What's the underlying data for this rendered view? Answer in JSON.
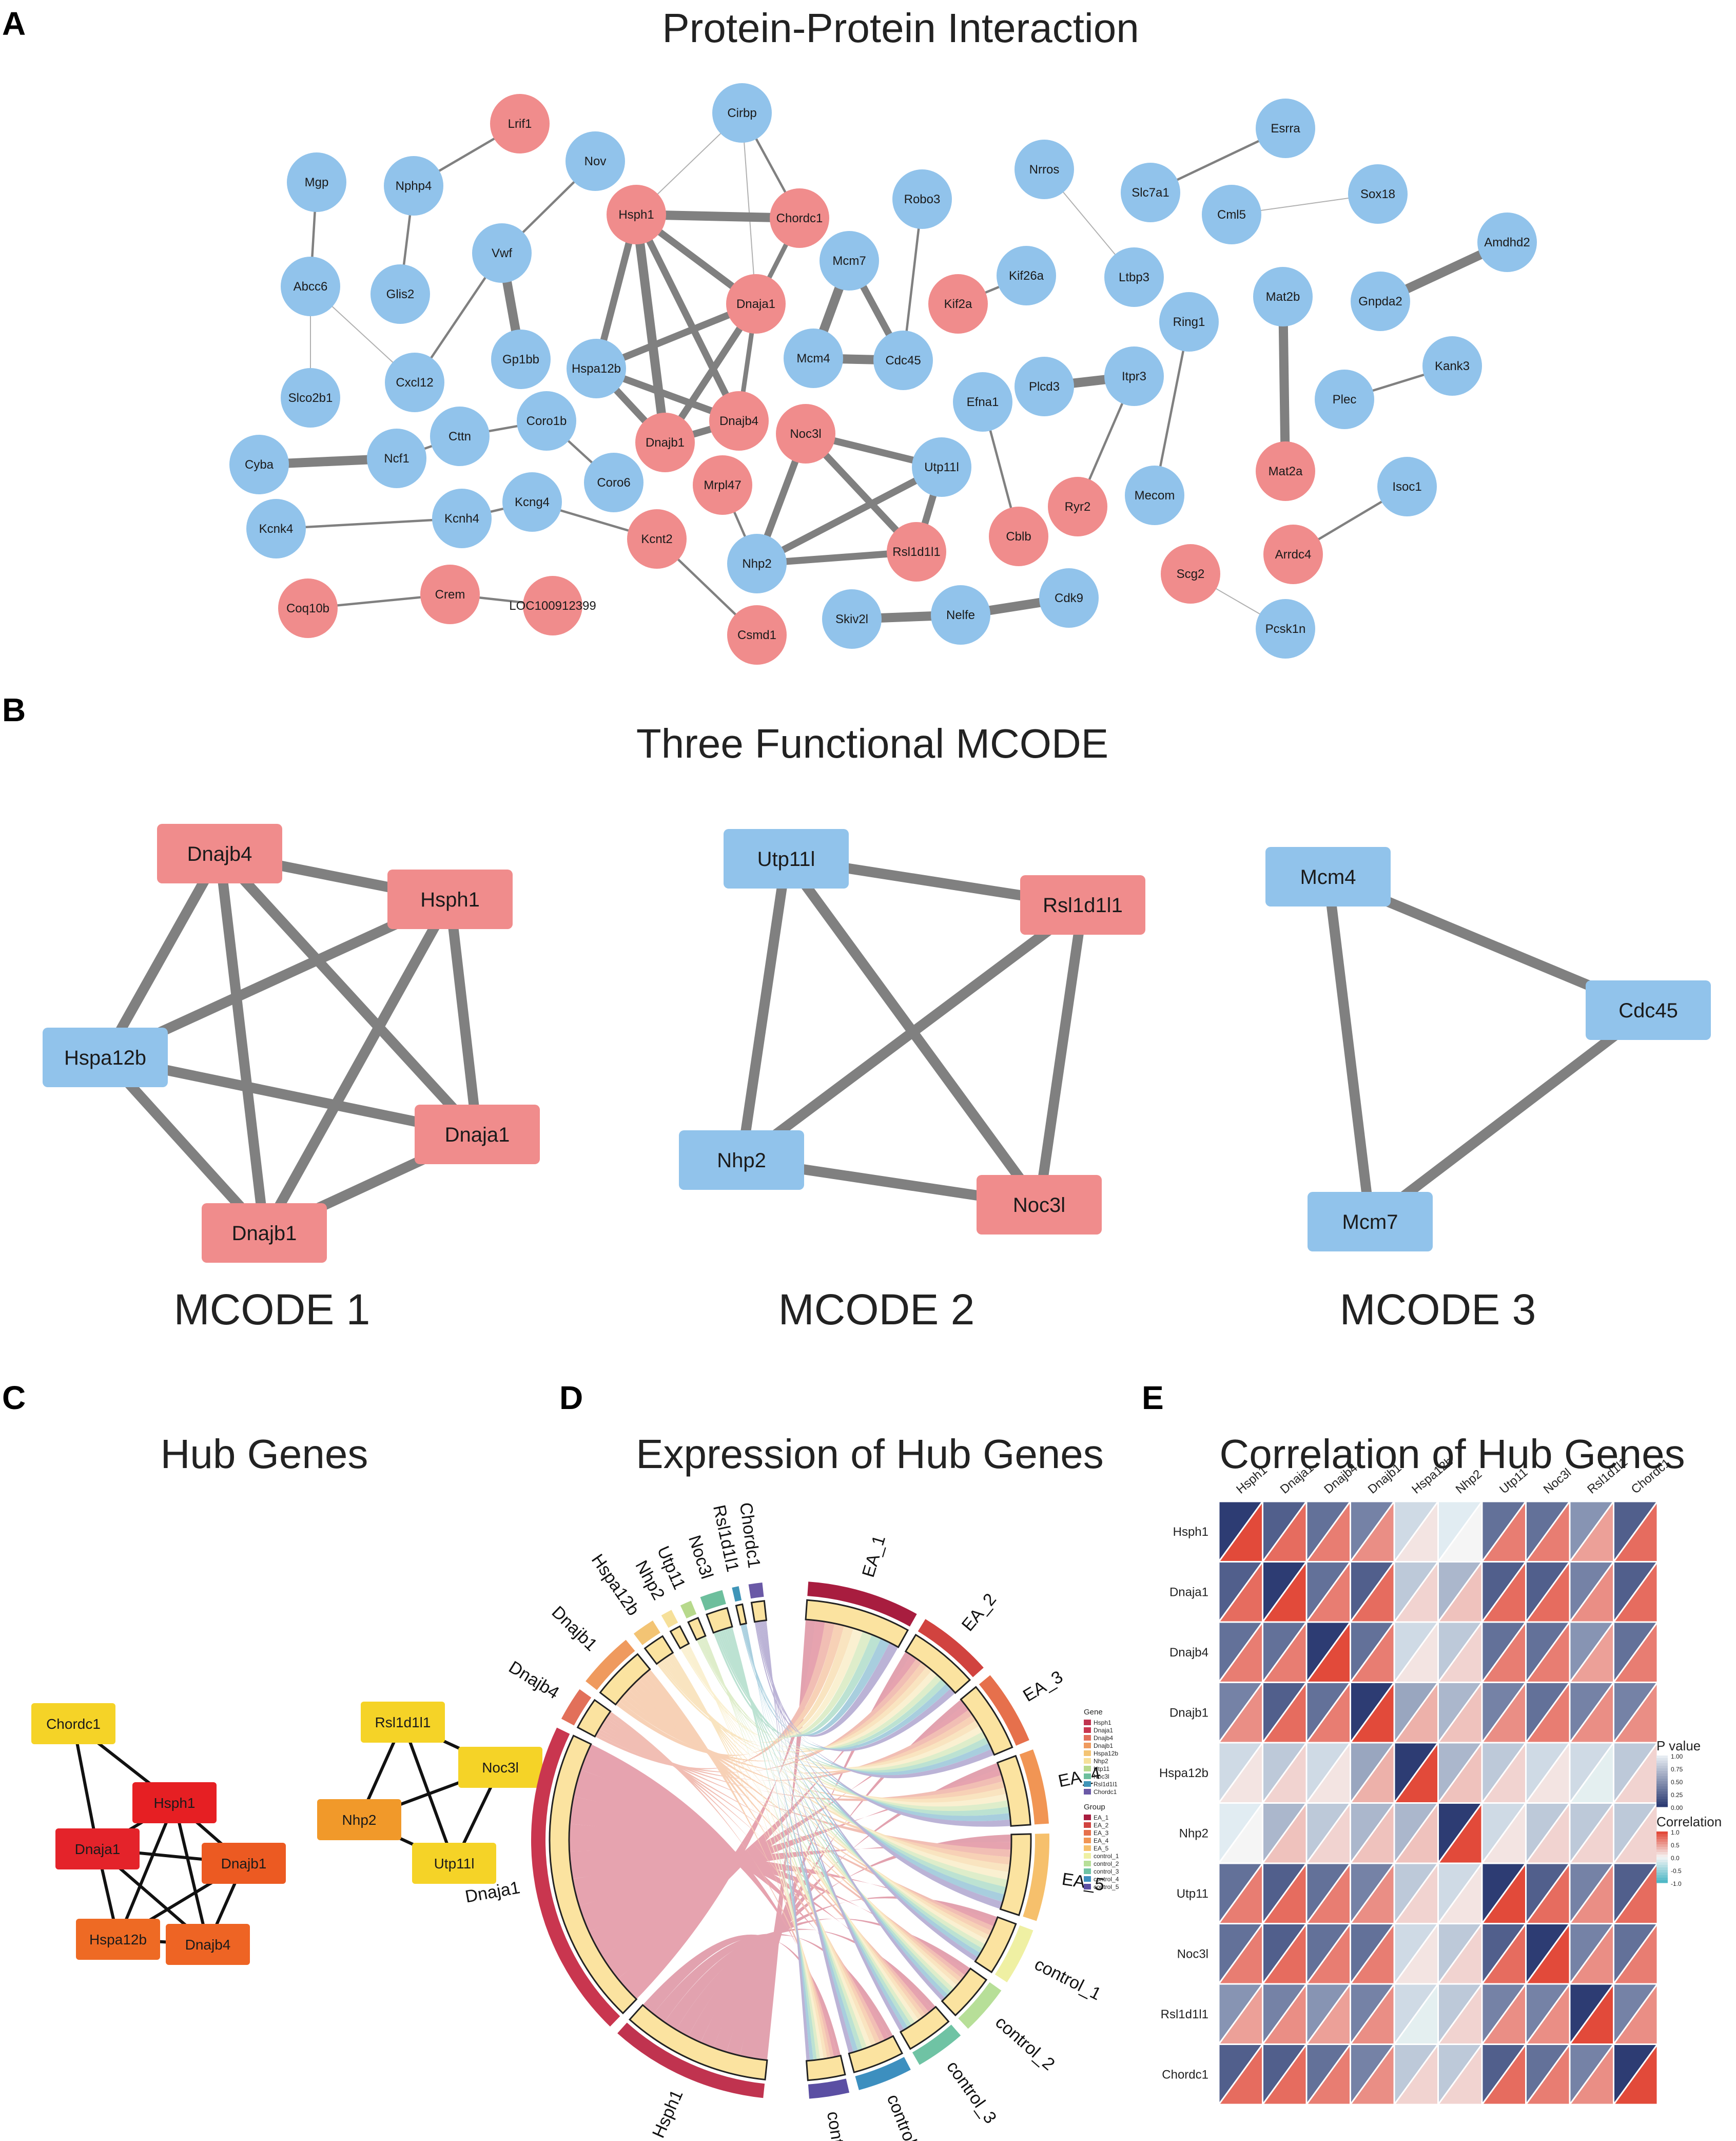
{
  "panels": {
    "a": {
      "label": "A",
      "title": "Protein-Protein Interaction"
    },
    "b": {
      "label": "B",
      "title": "Three Functional MCODE"
    },
    "c": {
      "label": "C",
      "title": "Hub Genes"
    },
    "d": {
      "label": "D",
      "title": "Expression of Hub Genes"
    },
    "e": {
      "label": "E",
      "title": "Correlation of Hub Genes"
    }
  },
  "colors": {
    "pink": "#f08c8c",
    "blue": "#91c3eb",
    "blue_dark": "#7cc4ea",
    "edge": "#808080"
  },
  "ppi": {
    "nodes": [
      {
        "id": "Lrif1",
        "c": "p"
      },
      {
        "id": "Nov",
        "c": "b"
      },
      {
        "id": "Cirbp",
        "c": "b"
      },
      {
        "id": "Mgp",
        "c": "b"
      },
      {
        "id": "Nphp4",
        "c": "b"
      },
      {
        "id": "Hsph1",
        "c": "p"
      },
      {
        "id": "Chordc1",
        "c": "p"
      },
      {
        "id": "Robo3",
        "c": "b"
      },
      {
        "id": "Nrros",
        "c": "b"
      },
      {
        "id": "Esrra",
        "c": "b"
      },
      {
        "id": "Slc7a1",
        "c": "b"
      },
      {
        "id": "Cml5",
        "c": "b"
      },
      {
        "id": "Sox18",
        "c": "b"
      },
      {
        "id": "Amdhd2",
        "c": "b"
      },
      {
        "id": "Vwf",
        "c": "b"
      },
      {
        "id": "Mcm7",
        "c": "b"
      },
      {
        "id": "Abcc6",
        "c": "b"
      },
      {
        "id": "Glis2",
        "c": "b"
      },
      {
        "id": "Dnaja1",
        "c": "p"
      },
      {
        "id": "Kif26a",
        "c": "b"
      },
      {
        "id": "Kif2a",
        "c": "p"
      },
      {
        "id": "Ltbp3",
        "c": "b"
      },
      {
        "id": "Mat2b",
        "c": "b"
      },
      {
        "id": "Gnpda2",
        "c": "b"
      },
      {
        "id": "Ring1",
        "c": "b"
      },
      {
        "id": "Gp1bb",
        "c": "b"
      },
      {
        "id": "Hspa12b",
        "c": "b"
      },
      {
        "id": "Mcm4",
        "c": "b"
      },
      {
        "id": "Cdc45",
        "c": "b"
      },
      {
        "id": "Cxcl12",
        "c": "b"
      },
      {
        "id": "Slco2b1",
        "c": "b"
      },
      {
        "id": "Efna1",
        "c": "b"
      },
      {
        "id": "Plcd3",
        "c": "b"
      },
      {
        "id": "Itpr3",
        "c": "b"
      },
      {
        "id": "Kank3",
        "c": "b"
      },
      {
        "id": "Plec",
        "c": "b"
      },
      {
        "id": "Coro1b",
        "c": "b"
      },
      {
        "id": "Dnajb4",
        "c": "p"
      },
      {
        "id": "Cttn",
        "c": "b"
      },
      {
        "id": "Noc3l",
        "c": "p"
      },
      {
        "id": "Dnajb1",
        "c": "p"
      },
      {
        "id": "Cyba",
        "c": "b"
      },
      {
        "id": "Ncf1",
        "c": "b"
      },
      {
        "id": "Utp11l",
        "c": "b"
      },
      {
        "id": "Coro6",
        "c": "b"
      },
      {
        "id": "Mrpl47",
        "c": "p"
      },
      {
        "id": "Mat2a",
        "c": "p"
      },
      {
        "id": "Isoc1",
        "c": "b"
      },
      {
        "id": "Kcnk4",
        "c": "b"
      },
      {
        "id": "Kcnh4",
        "c": "b"
      },
      {
        "id": "Kcng4",
        "c": "b"
      },
      {
        "id": "Mecom",
        "c": "b"
      },
      {
        "id": "Ryr2",
        "c": "p"
      },
      {
        "id": "Kcnt2",
        "c": "p"
      },
      {
        "id": "Cblb",
        "c": "p"
      },
      {
        "id": "Rsl1d1l1",
        "c": "p"
      },
      {
        "id": "Arrdc4",
        "c": "p"
      },
      {
        "id": "Nhp2",
        "c": "b"
      },
      {
        "id": "Scg2",
        "c": "p"
      },
      {
        "id": "Coq10b",
        "c": "p"
      },
      {
        "id": "Crem",
        "c": "p"
      },
      {
        "id": "LOC100912399",
        "c": "p"
      },
      {
        "id": "Cdk9",
        "c": "b"
      },
      {
        "id": "Skiv2l",
        "c": "b"
      },
      {
        "id": "Nelfe",
        "c": "b"
      },
      {
        "id": "Pcsk1n",
        "c": "b"
      },
      {
        "id": "Csmd1",
        "c": "p"
      }
    ],
    "edges": [
      [
        "Lrif1",
        "Nphp4",
        1
      ],
      [
        "Nov",
        "Vwf",
        1
      ],
      [
        "Cirbp",
        "Hsph1",
        0.5
      ],
      [
        "Cirbp",
        "Chordc1",
        1
      ],
      [
        "Cirbp",
        "Dnaja1",
        0.5
      ],
      [
        "Hsph1",
        "Chordc1",
        4
      ],
      [
        "Hsph1",
        "Dnaja1",
        3
      ],
      [
        "Hsph1",
        "Hspa12b",
        3
      ],
      [
        "Hsph1",
        "Dnajb1",
        4
      ],
      [
        "Hsph1",
        "Dnajb4",
        3
      ],
      [
        "Chordc1",
        "Dnaja1",
        2
      ],
      [
        "Dnaja1",
        "Hspa12b",
        3
      ],
      [
        "Dnaja1",
        "Dnajb1",
        3
      ],
      [
        "Dnaja1",
        "Dnajb4",
        2
      ],
      [
        "Hspa12b",
        "Dnajb1",
        3
      ],
      [
        "Hspa12b",
        "Dnajb4",
        3
      ],
      [
        "Dnajb1",
        "Dnajb4",
        3
      ],
      [
        "Mcm7",
        "Mcm4",
        4
      ],
      [
        "Mcm7",
        "Cdc45",
        3
      ],
      [
        "Mcm4",
        "Cdc45",
        4
      ],
      [
        "Robo3",
        "Cdc45",
        1
      ],
      [
        "Kif26a",
        "Kif2a",
        1
      ],
      [
        "Nrros",
        "Ltbp3",
        0.5
      ],
      [
        "Esrra",
        "Slc7a1",
        1
      ],
      [
        "Cml5",
        "Sox18",
        0.5
      ],
      [
        "Amdhd2",
        "Gnpda2",
        4
      ],
      [
        "Mat2b",
        "Mat2a",
        4
      ],
      [
        "Kank3",
        "Plec",
        1
      ],
      [
        "Mgp",
        "Abcc6",
        1
      ],
      [
        "Nphp4",
        "Glis2",
        1
      ],
      [
        "Abcc6",
        "Slco2b1",
        0.5
      ],
      [
        "Abcc6",
        "Cxcl12",
        0.5
      ],
      [
        "Vwf",
        "Gp1bb",
        4
      ],
      [
        "Vwf",
        "Cxcl12",
        1
      ],
      [
        "Cyba",
        "Ncf1",
        4
      ],
      [
        "Ncf1",
        "Cttn",
        1
      ],
      [
        "Cttn",
        "Coro1b",
        1
      ],
      [
        "Coro1b",
        "Coro6",
        1
      ],
      [
        "Kcnk4",
        "Kcnh4",
        1
      ],
      [
        "Kcnh4",
        "Kcng4",
        1
      ],
      [
        "Kcng4",
        "Kcnt2",
        1
      ],
      [
        "Kcnt2",
        "Csmd1",
        1
      ],
      [
        "Noc3l",
        "Utp11l",
        3
      ],
      [
        "Noc3l",
        "Rsl1d1l1",
        3
      ],
      [
        "Noc3l",
        "Nhp2",
        3
      ],
      [
        "Utp11l",
        "Rsl1d1l1",
        3
      ],
      [
        "Utp11l",
        "Nhp2",
        3
      ],
      [
        "Nhp2",
        "Rsl1d1l1",
        3
      ],
      [
        "Mrpl47",
        "Nhp2",
        1
      ],
      [
        "Efna1",
        "Cblb",
        1
      ],
      [
        "Plcd3",
        "Itpr3",
        4
      ],
      [
        "Itpr3",
        "Ryr2",
        1
      ],
      [
        "Ring1",
        "Mecom",
        1
      ],
      [
        "Arrdc4",
        "Isoc1",
        1
      ],
      [
        "Scg2",
        "Pcsk1n",
        0.5
      ],
      [
        "Coq10b",
        "Crem",
        1
      ],
      [
        "Crem",
        "LOC100912399",
        1
      ],
      [
        "Skiv2l",
        "Nelfe",
        4
      ],
      [
        "Nelfe",
        "Cdk9",
        4
      ]
    ]
  },
  "mcode": [
    {
      "title": "MCODE 1",
      "nodes": [
        {
          "id": "Dnajb4",
          "c": "p"
        },
        {
          "id": "Hsph1",
          "c": "p"
        },
        {
          "id": "Hspa12b",
          "c": "b"
        },
        {
          "id": "Dnaja1",
          "c": "p"
        },
        {
          "id": "Dnajb1",
          "c": "p"
        }
      ],
      "edges": [
        [
          "Dnajb4",
          "Hsph1"
        ],
        [
          "Dnajb4",
          "Hspa12b"
        ],
        [
          "Dnajb4",
          "Dnaja1"
        ],
        [
          "Dnajb4",
          "Dnajb1"
        ],
        [
          "Hsph1",
          "Hspa12b"
        ],
        [
          "Hsph1",
          "Dnaja1"
        ],
        [
          "Hsph1",
          "Dnajb1"
        ],
        [
          "Hspa12b",
          "Dnaja1"
        ],
        [
          "Hspa12b",
          "Dnajb1"
        ],
        [
          "Dnaja1",
          "Dnajb1"
        ]
      ]
    },
    {
      "title": "MCODE 2",
      "nodes": [
        {
          "id": "Utp11l",
          "c": "b"
        },
        {
          "id": "Rsl1d1l1",
          "c": "p"
        },
        {
          "id": "Nhp2",
          "c": "b"
        },
        {
          "id": "Noc3l",
          "c": "p"
        }
      ],
      "edges": [
        [
          "Utp11l",
          "Rsl1d1l1"
        ],
        [
          "Utp11l",
          "Nhp2"
        ],
        [
          "Utp11l",
          "Noc3l"
        ],
        [
          "Rsl1d1l1",
          "Nhp2"
        ],
        [
          "Rsl1d1l1",
          "Noc3l"
        ],
        [
          "Nhp2",
          "Noc3l"
        ]
      ]
    },
    {
      "title": "MCODE 3",
      "nodes": [
        {
          "id": "Mcm4",
          "c": "b"
        },
        {
          "id": "Cdc45",
          "c": "b"
        },
        {
          "id": "Mcm7",
          "c": "b"
        }
      ],
      "edges": [
        [
          "Mcm4",
          "Cdc45"
        ],
        [
          "Mcm4",
          "Mcm7"
        ],
        [
          "Cdc45",
          "Mcm7"
        ]
      ]
    }
  ],
  "hub": {
    "nodes": [
      {
        "id": "Chordc1",
        "color": "#f5d327"
      },
      {
        "id": "Hsph1",
        "color": "#e61f23"
      },
      {
        "id": "Dnaja1",
        "color": "#e4232a"
      },
      {
        "id": "Dnajb1",
        "color": "#ec5a22"
      },
      {
        "id": "Hspa12b",
        "color": "#ee6a24"
      },
      {
        "id": "Dnajb4",
        "color": "#ee6424"
      },
      {
        "id": "Rsl1d1l1",
        "color": "#f5d327"
      },
      {
        "id": "Noc3l",
        "color": "#f5d327"
      },
      {
        "id": "Nhp2",
        "color": "#f1992a"
      },
      {
        "id": "Utp11l",
        "color": "#f5d327"
      }
    ],
    "edges": [
      [
        "Chordc1",
        "Hsph1"
      ],
      [
        "Chordc1",
        "Dnaja1"
      ],
      [
        "Hsph1",
        "Dnaja1"
      ],
      [
        "Hsph1",
        "Dnajb1"
      ],
      [
        "Hsph1",
        "Hspa12b"
      ],
      [
        "Hsph1",
        "Dnajb4"
      ],
      [
        "Dnaja1",
        "Dnajb1"
      ],
      [
        "Dnaja1",
        "Hspa12b"
      ],
      [
        "Dnaja1",
        "Dnajb4"
      ],
      [
        "Dnajb1",
        "Hspa12b"
      ],
      [
        "Dnajb1",
        "Dnajb4"
      ],
      [
        "Hspa12b",
        "Dnajb4"
      ],
      [
        "Rsl1d1l1",
        "Noc3l"
      ],
      [
        "Rsl1d1l1",
        "Nhp2"
      ],
      [
        "Rsl1d1l1",
        "Utp11l"
      ],
      [
        "Noc3l",
        "Nhp2"
      ],
      [
        "Noc3l",
        "Utp11l"
      ],
      [
        "Nhp2",
        "Utp11l"
      ]
    ]
  },
  "chord": {
    "genes": [
      {
        "name": "Hsph1",
        "color": "#c0334f",
        "size": 7
      },
      {
        "name": "Dnaja1",
        "color": "#c9364f",
        "size": 14
      },
      {
        "name": "Dnajb4",
        "color": "#e2705a",
        "size": 1.5
      },
      {
        "name": "Dnajb1",
        "color": "#ef9a5e",
        "size": 2.5
      },
      {
        "name": "Hspa12b",
        "color": "#f3c474",
        "size": 1
      },
      {
        "name": "Nhp2",
        "color": "#f6e09a",
        "size": 0.5
      },
      {
        "name": "Utp11",
        "color": "#b7d98c",
        "size": 0.5
      },
      {
        "name": "Noc3l",
        "color": "#6dbf9d",
        "size": 1
      },
      {
        "name": "Rsl1d1l1",
        "color": "#3f95b8",
        "size": 0.3
      },
      {
        "name": "Chordc1",
        "color": "#6a59a6",
        "size": 0.6
      }
    ],
    "groups": [
      {
        "name": "EA_1",
        "color": "#a81d3f",
        "size": 4.5
      },
      {
        "name": "EA_2",
        "color": "#d1433f",
        "size": 3
      },
      {
        "name": "EA_3",
        "color": "#e6704c",
        "size": 3
      },
      {
        "name": "EA_4",
        "color": "#f19554",
        "size": 3
      },
      {
        "name": "EA_5",
        "color": "#f6c06c",
        "size": 3.5
      },
      {
        "name": "control_1",
        "color": "#eff0a3",
        "size": 2.3
      },
      {
        "name": "control_2",
        "color": "#b7df98",
        "size": 2
      },
      {
        "name": "control_3",
        "color": "#6fc3a4",
        "size": 2
      },
      {
        "name": "control_4",
        "color": "#3d8fbf",
        "size": 2.2
      },
      {
        "name": "control_5",
        "color": "#5b4fa3",
        "size": 1.6
      }
    ],
    "legend_gene_title": "Gene",
    "legend_group_title": "Group"
  },
  "corr": {
    "genes": [
      "Hsph1",
      "Dnaja1",
      "Dnajb4",
      "Dnajb1",
      "Hspa12b",
      "Nhp2",
      "Utp11",
      "Noc3l",
      "Rsl1d1l1",
      "Chordc1"
    ],
    "matrix": [
      [
        1,
        0.8,
        0.7,
        0.6,
        0.1,
        0.0,
        0.7,
        0.7,
        0.5,
        0.8
      ],
      [
        0.8,
        1,
        0.7,
        0.8,
        0.2,
        0.3,
        0.8,
        0.8,
        0.6,
        0.8
      ],
      [
        0.7,
        0.7,
        1,
        0.7,
        0.1,
        0.2,
        0.7,
        0.7,
        0.5,
        0.7
      ],
      [
        0.6,
        0.8,
        0.7,
        1,
        0.4,
        0.3,
        0.6,
        0.7,
        0.6,
        0.6
      ],
      [
        0.1,
        0.2,
        0.1,
        0.4,
        1,
        0.3,
        0.2,
        0.1,
        -0.1,
        0.2
      ],
      [
        0.0,
        0.3,
        0.2,
        0.3,
        0.3,
        1,
        0.1,
        0.2,
        0.2,
        0.2
      ],
      [
        0.7,
        0.8,
        0.7,
        0.6,
        0.2,
        0.1,
        1,
        0.8,
        0.6,
        0.8
      ],
      [
        0.7,
        0.8,
        0.7,
        0.7,
        0.1,
        0.2,
        0.8,
        1,
        0.6,
        0.7
      ],
      [
        0.5,
        0.6,
        0.5,
        0.6,
        -0.1,
        0.2,
        0.6,
        0.6,
        1,
        0.6
      ],
      [
        0.8,
        0.8,
        0.7,
        0.6,
        0.2,
        0.2,
        0.8,
        0.7,
        0.6,
        1
      ]
    ],
    "legend": {
      "pvalue_title": "P value",
      "corr_title": "Correlation",
      "pvalue_ticks": [
        "1.00",
        "0.75",
        "0.50",
        "0.25",
        "0.00"
      ],
      "corr_ticks": [
        "1.0",
        "0.5",
        "0.0",
        "-0.5",
        "-1.0"
      ]
    }
  }
}
